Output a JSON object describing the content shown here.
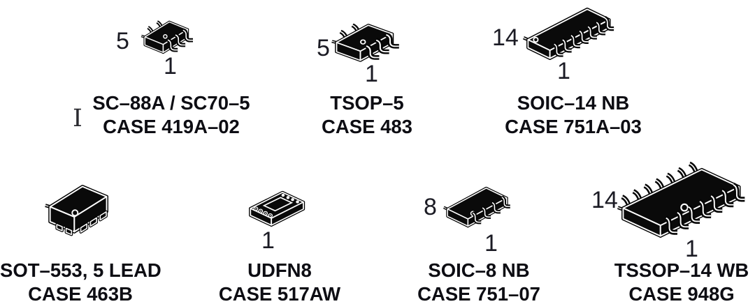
{
  "figure": {
    "description_colors": {
      "background": "#ffffff",
      "label_text": "#0d0d13",
      "pin_number_text": "#1b1b24",
      "package_body": "#000000",
      "package_edge_highlight": "#ffffff"
    },
    "stray_glyph": "I"
  },
  "packages": [
    {
      "name": "SC–88A / SC70–5",
      "case": "CASE 419A–02",
      "pin_top": "5",
      "pin_bottom": "1"
    },
    {
      "name": "TSOP–5",
      "case": "CASE 483",
      "pin_top": "5",
      "pin_bottom": "1"
    },
    {
      "name": "SOIC–14 NB",
      "case": "CASE 751A–03",
      "pin_top": "14",
      "pin_bottom": "1"
    },
    {
      "name": "SOT–553, 5 LEAD",
      "case": "CASE 463B"
    },
    {
      "name": "UDFN8",
      "case": "CASE 517AW",
      "pin_bottom": "1"
    },
    {
      "name": "SOIC–8 NB",
      "case": "CASE 751–07",
      "pin_top": "8",
      "pin_bottom": "1"
    },
    {
      "name": "TSSOP–14 WB",
      "case": "CASE 948G",
      "pin_top": "14",
      "pin_bottom": "1"
    }
  ]
}
